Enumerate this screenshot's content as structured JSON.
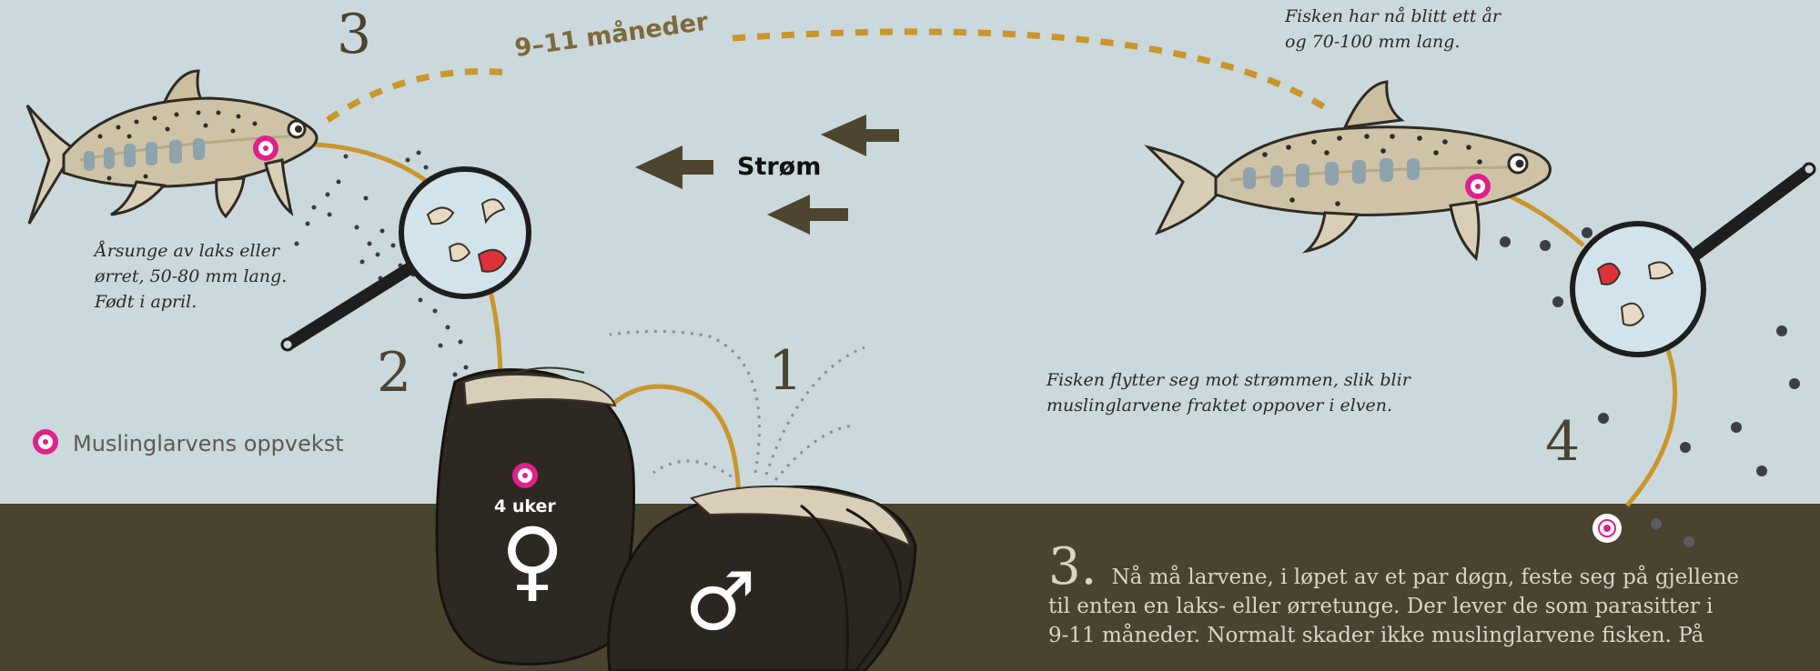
{
  "labels": {
    "step_1": "1",
    "step_2": "2",
    "step_3": "3",
    "step_4": "4",
    "months": "9–11 måneder",
    "current": "Strøm",
    "weeks": "4 uker",
    "female_symbol": "♀",
    "male_symbol": "♂"
  },
  "captions": {
    "young_fish": [
      "Årsunge av laks eller",
      "ørret, 50-80 mm lang.",
      "Født i april."
    ],
    "one_year_fish": [
      "Fisken har nå blitt ett år",
      "og 70-100 mm lang."
    ],
    "migration": [
      "Fisken flytter seg mot strømmen, slik blir",
      "muslinglarvene fraktet oppover i elven."
    ]
  },
  "legend": {
    "label": "Muslinglarvens oppvekst",
    "icon": "target-marker-icon"
  },
  "body": {
    "number": "3.",
    "first_line": "Nå må larvene, i løpet av et par døgn, feste seg på gjellene",
    "lines": [
      "til enten en laks- eller ørretunge.  Der lever de som parasitter i",
      "9-11 måneder. Normalt skader ikke muslinglarvene fisken. På"
    ]
  },
  "colors": {
    "water": "#cbd8dc",
    "riverbed": "#4a4330",
    "path": "#c8962a",
    "marker": "#e0218a",
    "arrow": "#4e4530"
  }
}
